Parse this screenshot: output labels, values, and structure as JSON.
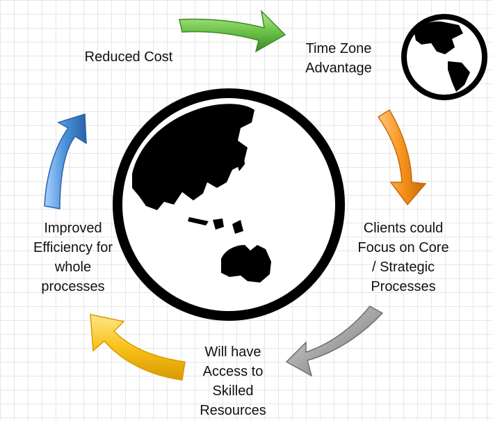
{
  "labels": {
    "reduced_cost": "Reduced Cost",
    "time_zone": "Time Zone\nAdvantage",
    "clients_focus": "Clients could\nFocus on Core\n/ Strategic\nProcesses",
    "skilled_resources": "Will have\nAccess to\nSkilled\nResources",
    "improved_efficiency": "Improved\nEfficiency for\nwhole\nprocesses"
  },
  "icons": {
    "big_globe": "globe-asia-australia-icon",
    "small_globe": "globe-americas-icon"
  },
  "colors": {
    "green": "#6cc24a",
    "orange": "#f7941d",
    "gray": "#a6a6a6",
    "yellow": "#f9c21b",
    "blue": "#4a90d9",
    "globe": "#000000"
  }
}
